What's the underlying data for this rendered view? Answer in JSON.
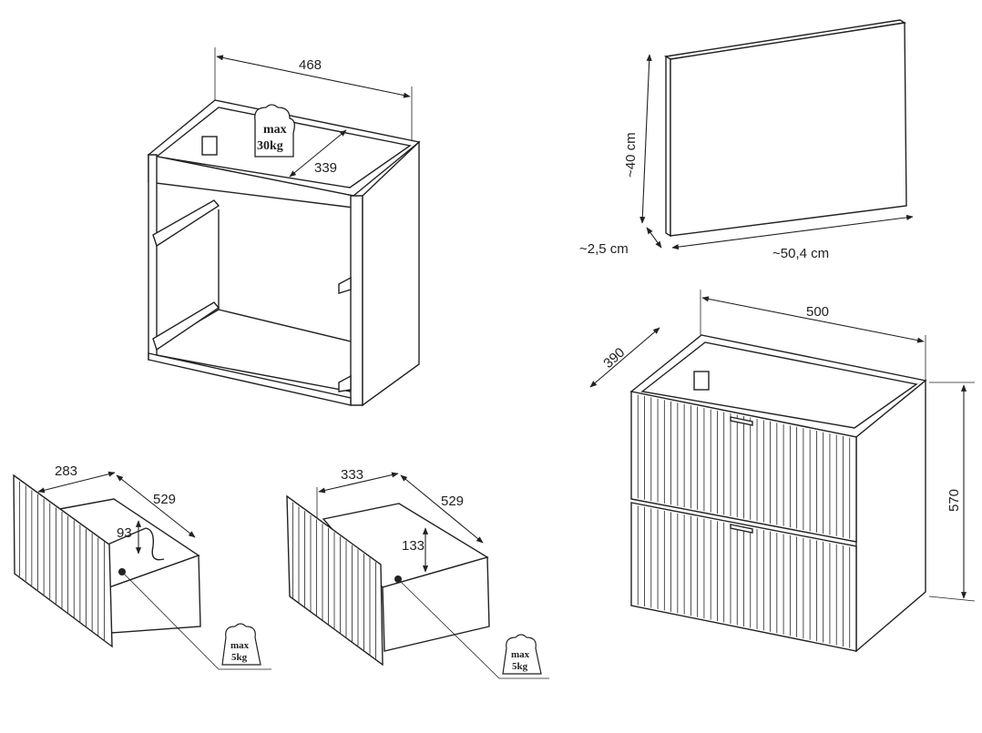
{
  "cabinet_frame": {
    "width": "468",
    "depth": "339",
    "load": {
      "line1": "max",
      "line2": "30kg"
    }
  },
  "mirror": {
    "height": "~40 cm",
    "thickness": "~2,5 cm",
    "width": "~50,4 cm"
  },
  "cabinet_assembled": {
    "width": "500",
    "depth": "390",
    "height": "570"
  },
  "drawer_top": {
    "width": "283",
    "depth": "529",
    "height": "93",
    "load": {
      "line1": "max",
      "line2": "5kg"
    }
  },
  "drawer_bottom": {
    "width": "333",
    "depth": "529",
    "height": "133",
    "load": {
      "line1": "max",
      "line2": "5kg"
    }
  }
}
